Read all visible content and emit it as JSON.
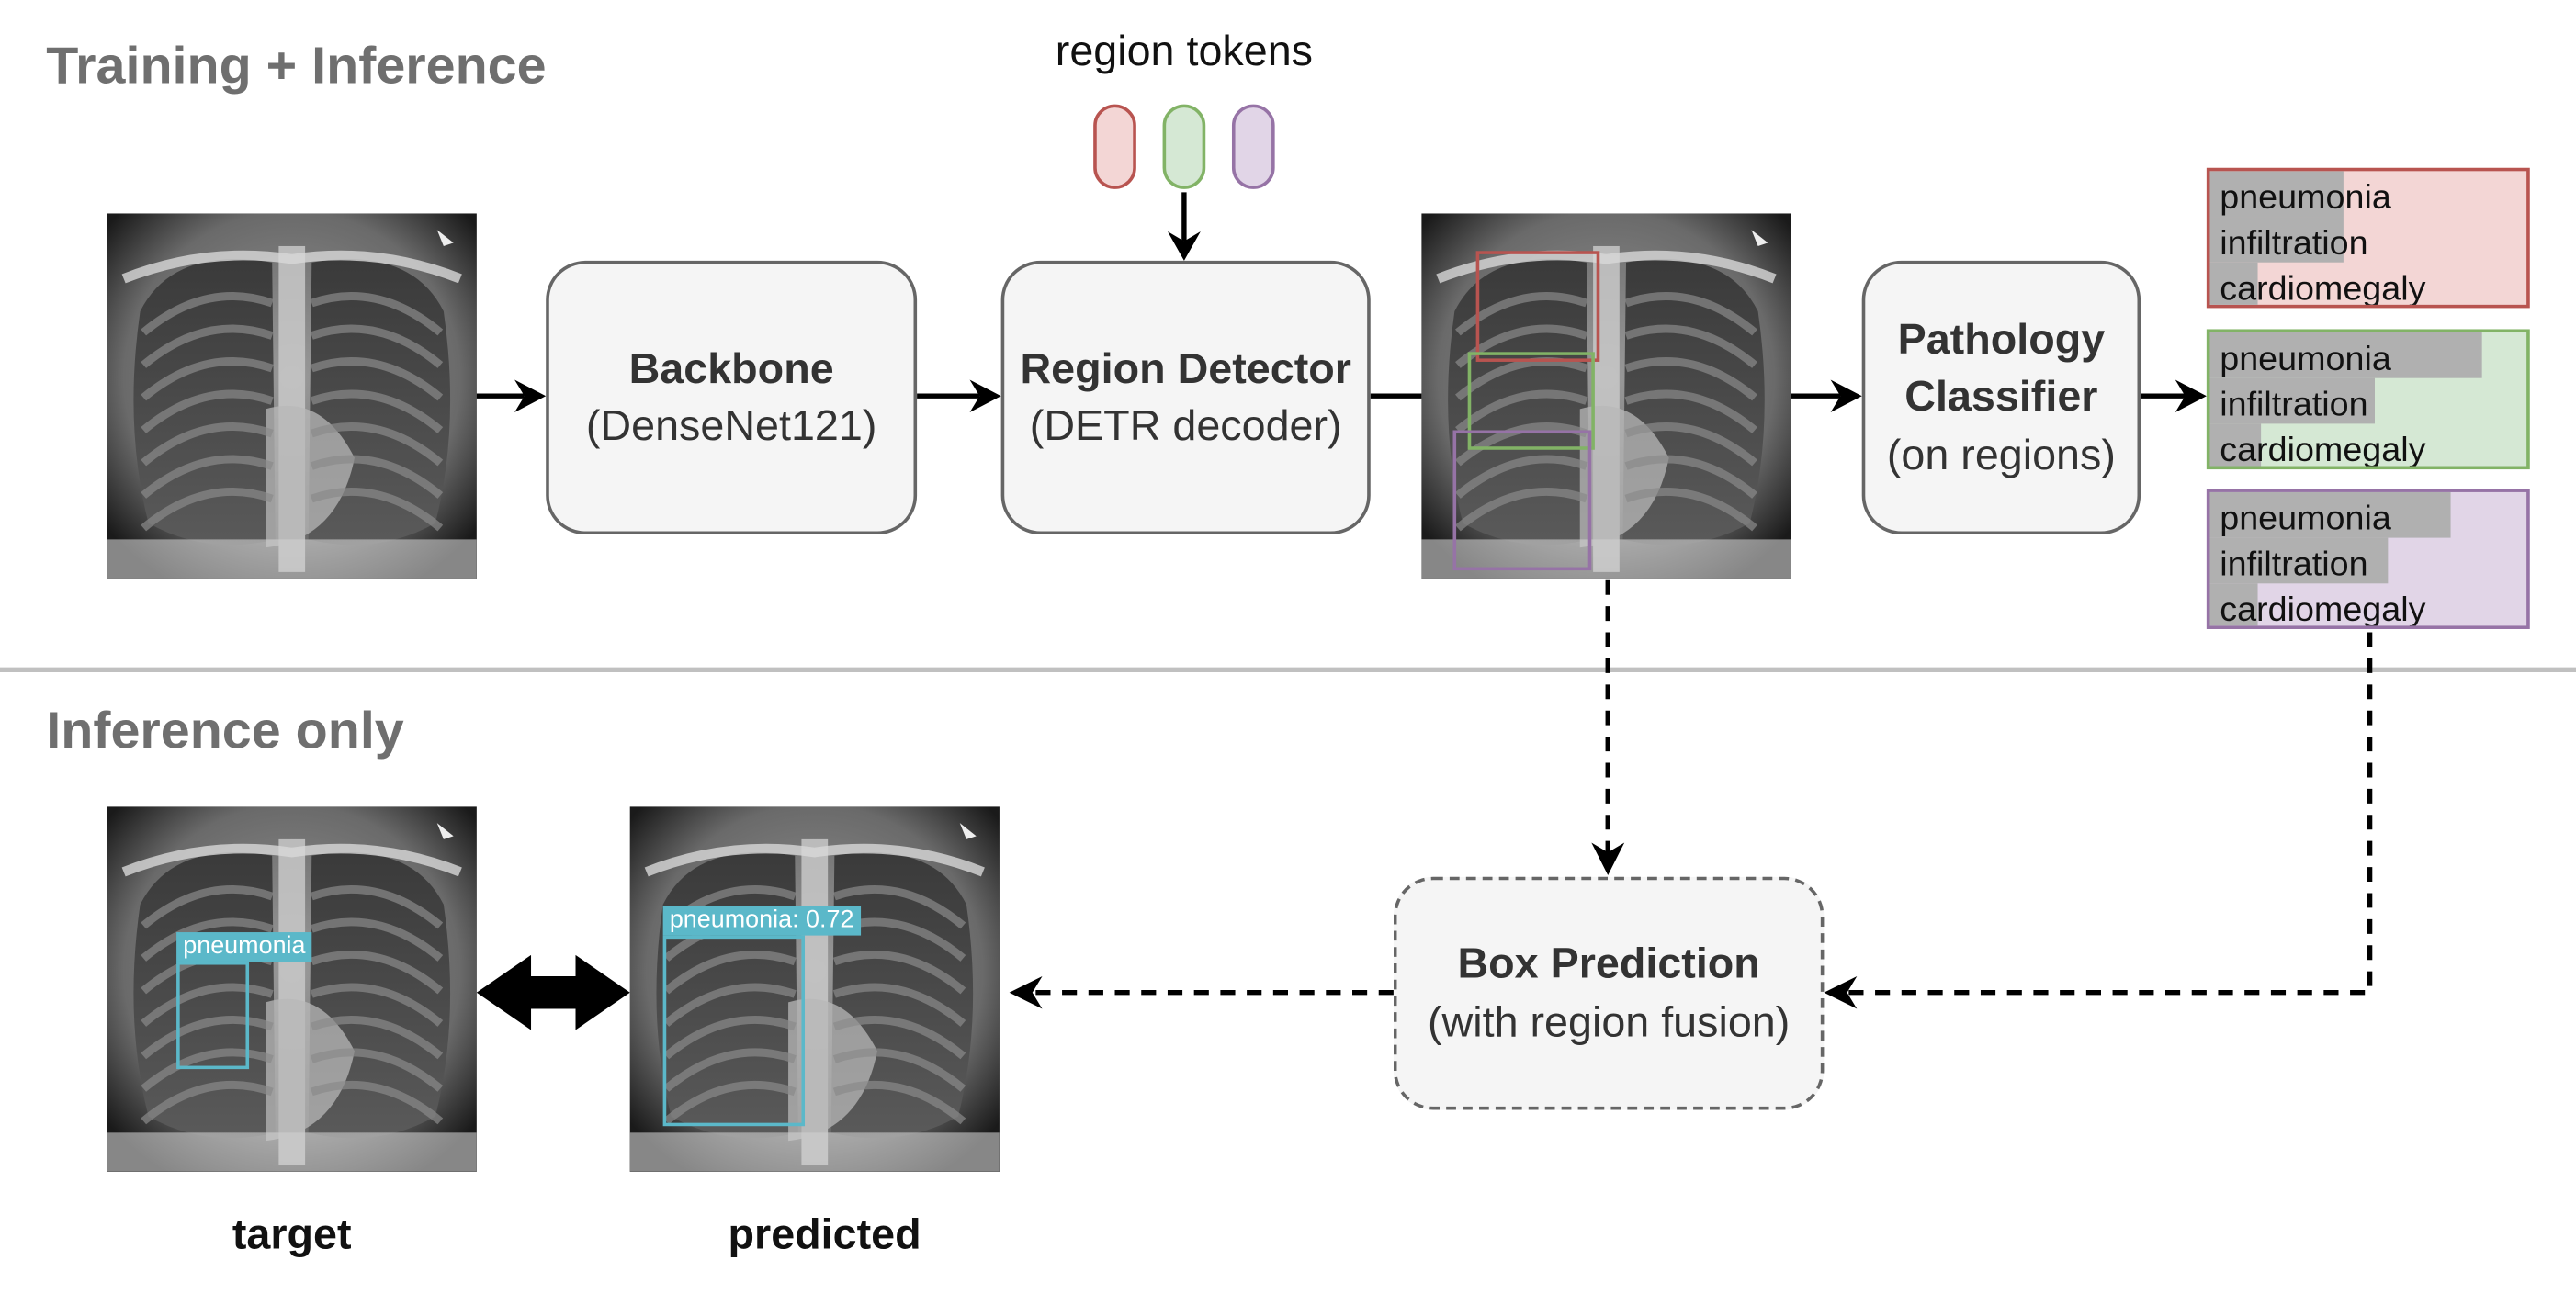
{
  "sections": {
    "training_inference": "Training + Inference",
    "inference_only": "Inference only"
  },
  "region_tokens_label": "region tokens",
  "blocks": {
    "backbone": {
      "title": "Backbone",
      "subtitle": "(DenseNet121)"
    },
    "region_detector": {
      "title": "Region Detector",
      "subtitle": "(DETR decoder)"
    },
    "pathology_classifier": {
      "title_line1": "Pathology",
      "title_line2": "Classifier",
      "subtitle": "(on regions)"
    },
    "box_prediction": {
      "title": "Box Prediction",
      "subtitle": "(with region fusion)"
    }
  },
  "pathology_cards": [
    {
      "region": "red",
      "fill": "#f3d6d5",
      "stroke": "#b85450",
      "scores": [
        {
          "label": "pneumonia",
          "value": 0.42
        },
        {
          "label": "infiltration",
          "value": 0.42
        },
        {
          "label": "cardiomegaly",
          "value": 0.15
        }
      ]
    },
    {
      "region": "green",
      "fill": "#d5e8d4",
      "stroke": "#82b366",
      "scores": [
        {
          "label": "pneumonia",
          "value": 0.86
        },
        {
          "label": "infiltration",
          "value": 0.52
        },
        {
          "label": "cardiomegaly",
          "value": 0.16
        }
      ]
    },
    {
      "region": "purple",
      "fill": "#e1d5e7",
      "stroke": "#9673a6",
      "scores": [
        {
          "label": "pneumonia",
          "value": 0.76
        },
        {
          "label": "infiltration",
          "value": 0.56
        },
        {
          "label": "cardiomegaly",
          "value": 0.15
        }
      ]
    }
  ],
  "token_colors": [
    {
      "fill": "#f3d6d5",
      "stroke": "#b85450"
    },
    {
      "fill": "#d5e8d4",
      "stroke": "#82b366"
    },
    {
      "fill": "#e1d5e7",
      "stroke": "#9673a6"
    }
  ],
  "target_box_label": "pneumonia",
  "predicted_box_label": "pneumonia: 0.72",
  "captions": {
    "target": "target",
    "predicted": "predicted"
  },
  "colors": {
    "box_cyan": "#5bb8c9",
    "node_fill": "#f5f5f5",
    "node_stroke": "#666666",
    "section_title": "#6f6f6f"
  }
}
